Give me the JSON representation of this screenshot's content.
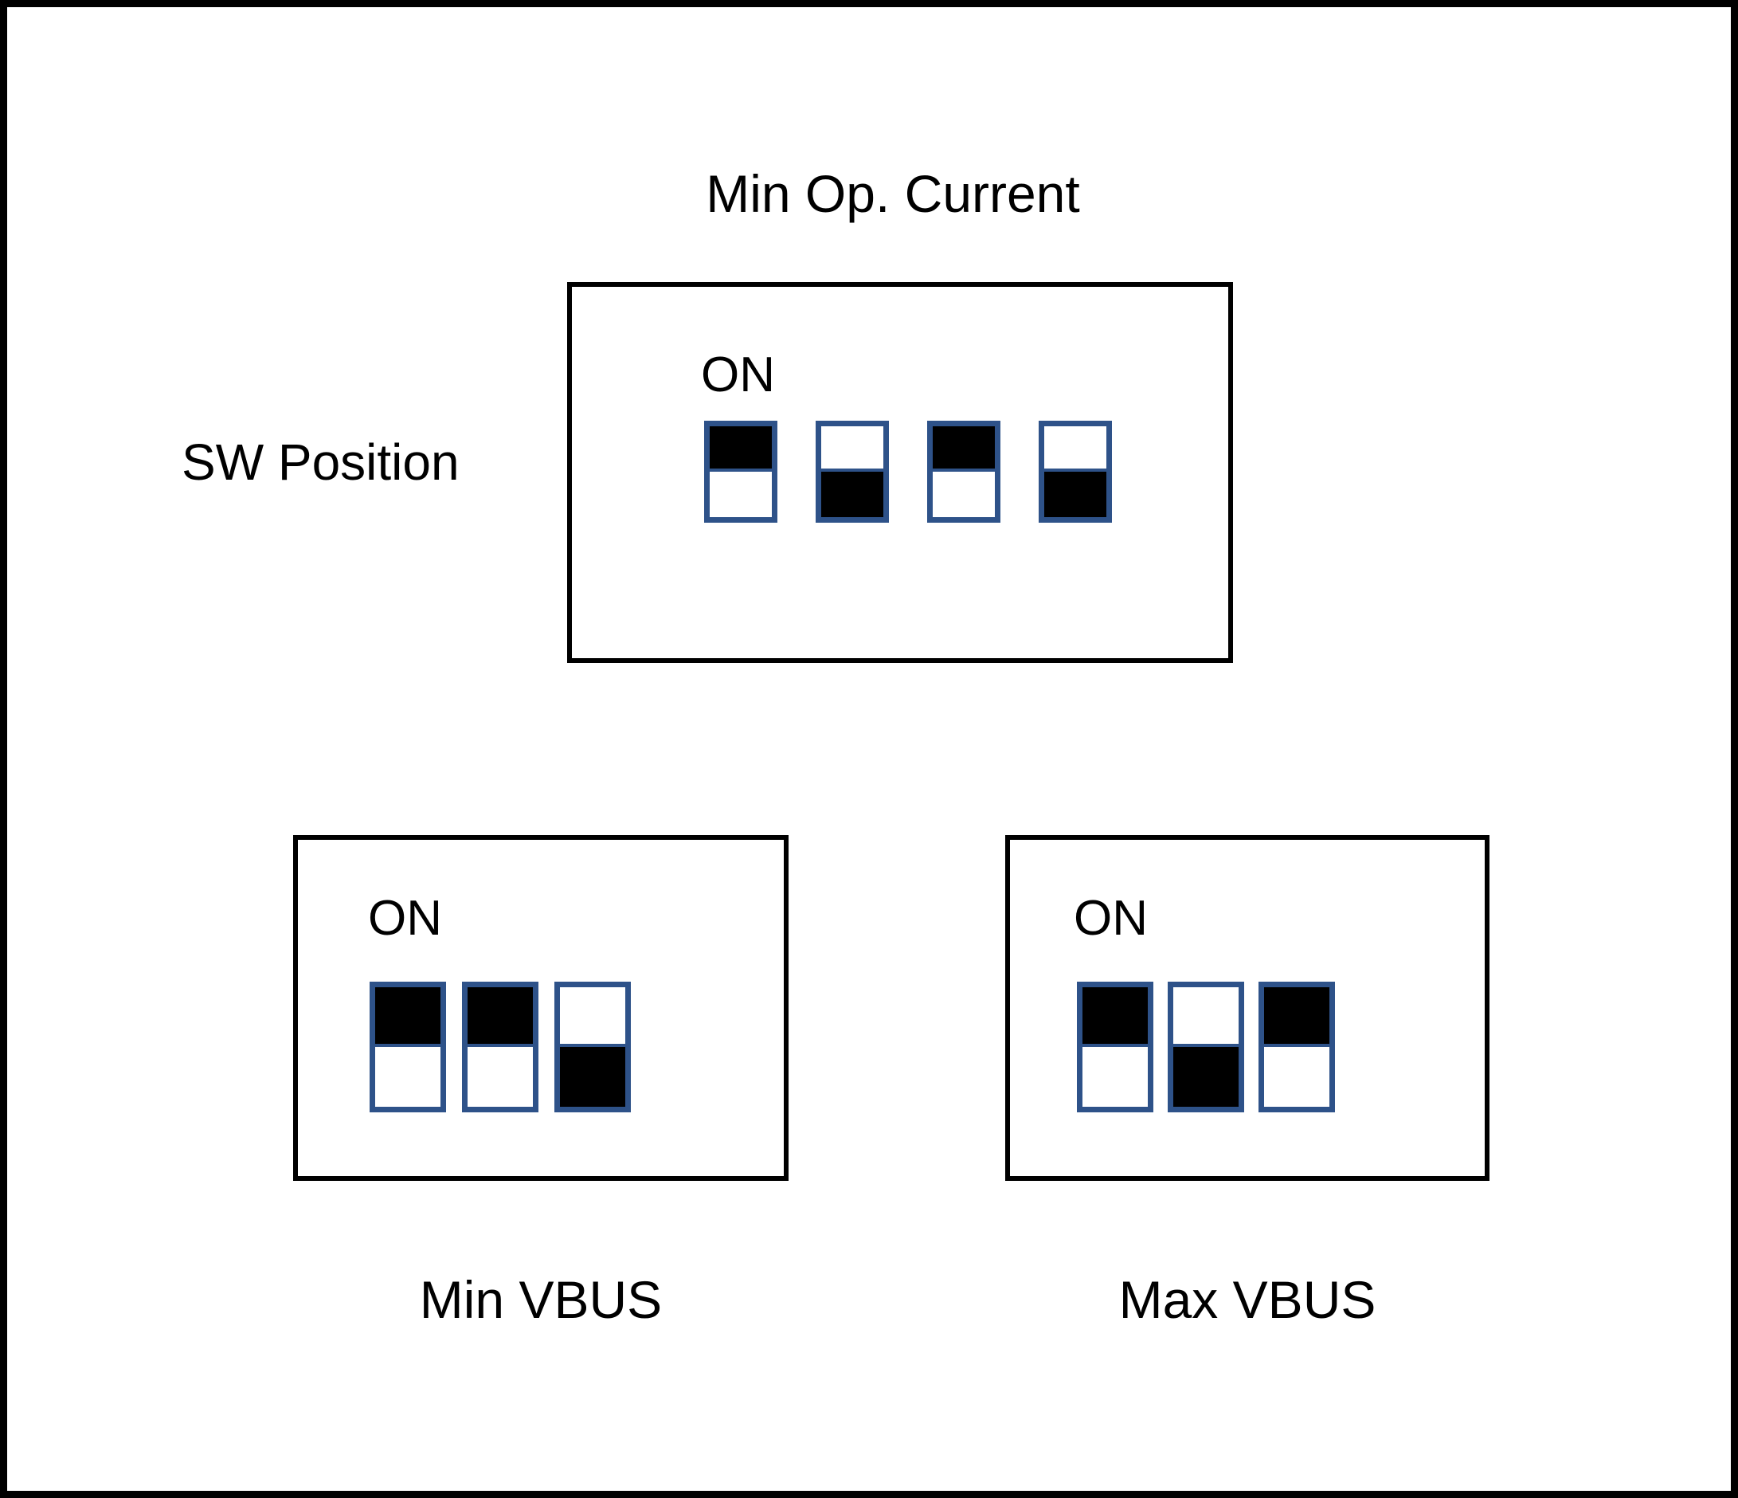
{
  "diagram": {
    "title": "Min Op. Current",
    "row_label": "SW Position",
    "switch_border_color": "#2E5289",
    "switch_on_fill_color": "#000000",
    "frame_color": "#000000",
    "groups": [
      {
        "id": "min-op-current",
        "caption": "Min Op. Current",
        "on_label": "ON",
        "caption_position": "above",
        "switch_count": 4,
        "switches": [
          {
            "index": 1,
            "state": "ON",
            "position": "up"
          },
          {
            "index": 2,
            "state": "OFF",
            "position": "down"
          },
          {
            "index": 3,
            "state": "ON",
            "position": "up"
          },
          {
            "index": 4,
            "state": "OFF",
            "position": "down"
          }
        ]
      },
      {
        "id": "min-vbus",
        "caption": "Min VBUS",
        "on_label": "ON",
        "caption_position": "below",
        "switch_count": 3,
        "switches": [
          {
            "index": 1,
            "state": "ON",
            "position": "up"
          },
          {
            "index": 2,
            "state": "ON",
            "position": "up"
          },
          {
            "index": 3,
            "state": "OFF",
            "position": "down"
          }
        ]
      },
      {
        "id": "max-vbus",
        "caption": "Max VBUS",
        "on_label": "ON",
        "caption_position": "below",
        "switch_count": 3,
        "switches": [
          {
            "index": 1,
            "state": "ON",
            "position": "up"
          },
          {
            "index": 2,
            "state": "OFF",
            "position": "down"
          },
          {
            "index": 3,
            "state": "ON",
            "position": "up"
          }
        ]
      }
    ]
  }
}
